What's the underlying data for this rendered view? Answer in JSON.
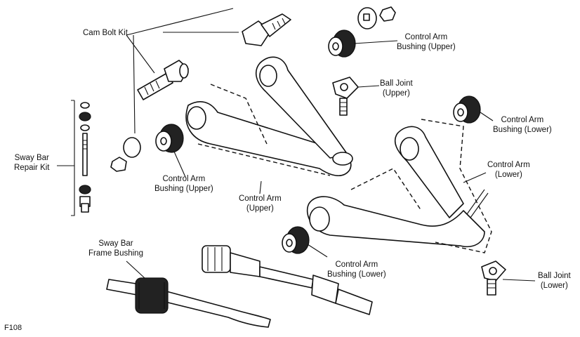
{
  "labels": {
    "cam_bolt_kit": "Cam Bolt Kit",
    "ctrl_arm_bushing_upper_top": [
      "Control Arm",
      "Bushing (Upper)"
    ],
    "ball_joint_upper": [
      "Ball Joint",
      "(Upper)"
    ],
    "ctrl_arm_bushing_lower_right": [
      "Control Arm",
      "Bushing (Lower)"
    ],
    "sway_bar_repair_kit": [
      "Sway Bar",
      "Repair Kit"
    ],
    "ctrl_arm_bushing_upper_mid": [
      "Control Arm",
      "Bushing (Upper)"
    ],
    "ctrl_arm_upper": [
      "Control Arm",
      "(Upper)"
    ],
    "ctrl_arm_lower": [
      "Control Arm",
      "(Lower)"
    ],
    "sway_bar_frame_bushing": [
      "Sway Bar",
      "Frame Bushing"
    ],
    "ctrl_arm_bushing_lower_bottom": [
      "Control Arm",
      "Bushing (Lower)"
    ],
    "ball_joint_lower": [
      "Ball Joint",
      "(Lower)"
    ]
  },
  "figure_code": "F108"
}
